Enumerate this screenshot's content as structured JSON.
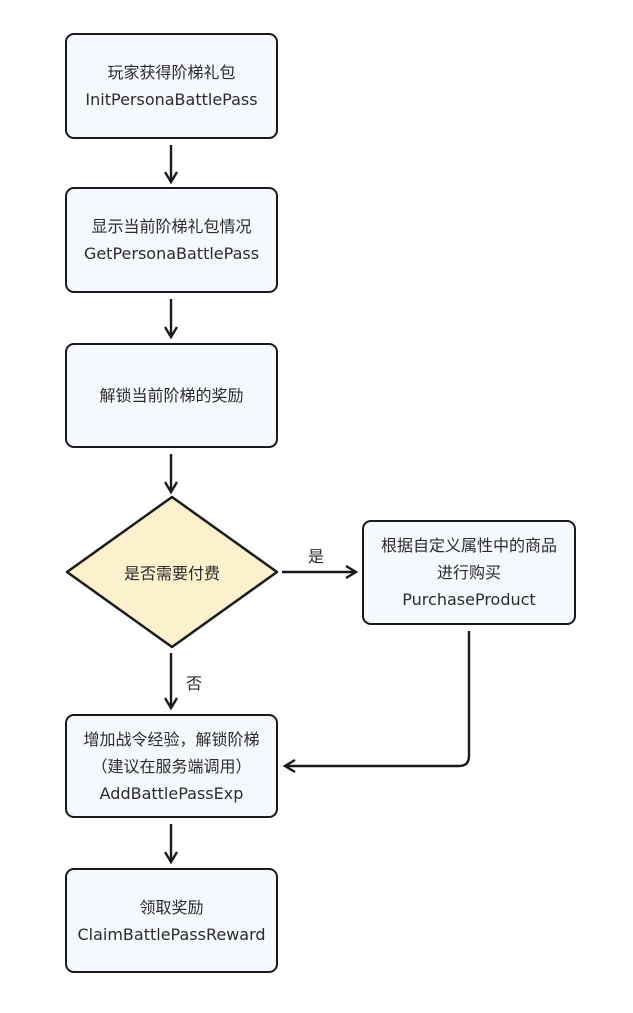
{
  "nodes": {
    "init": {
      "lines": [
        "玩家获得阶梯礼包",
        "InitPersonaBattlePass"
      ]
    },
    "get": {
      "lines": [
        "显示当前阶梯礼包情况",
        "GetPersonaBattlePass"
      ]
    },
    "unlock": {
      "lines": [
        "解锁当前阶梯的奖励"
      ]
    },
    "decision": {
      "label": "是否需要付费"
    },
    "purchase": {
      "lines": [
        "根据自定义属性中的商品",
        "进行购买",
        "PurchaseProduct"
      ]
    },
    "addexp": {
      "lines": [
        "增加战令经验，解锁阶梯",
        "（建议在服务端调用）",
        "AddBattlePassExp"
      ]
    },
    "claim": {
      "lines": [
        "领取奖励",
        "ClaimBattlePassReward"
      ]
    }
  },
  "edges": {
    "yes_label": "是",
    "no_label": "否"
  },
  "colors": {
    "process_fill": "#f5f8fe",
    "decision_fill": "#fcf1cd",
    "stroke": "#1a1a1a"
  }
}
